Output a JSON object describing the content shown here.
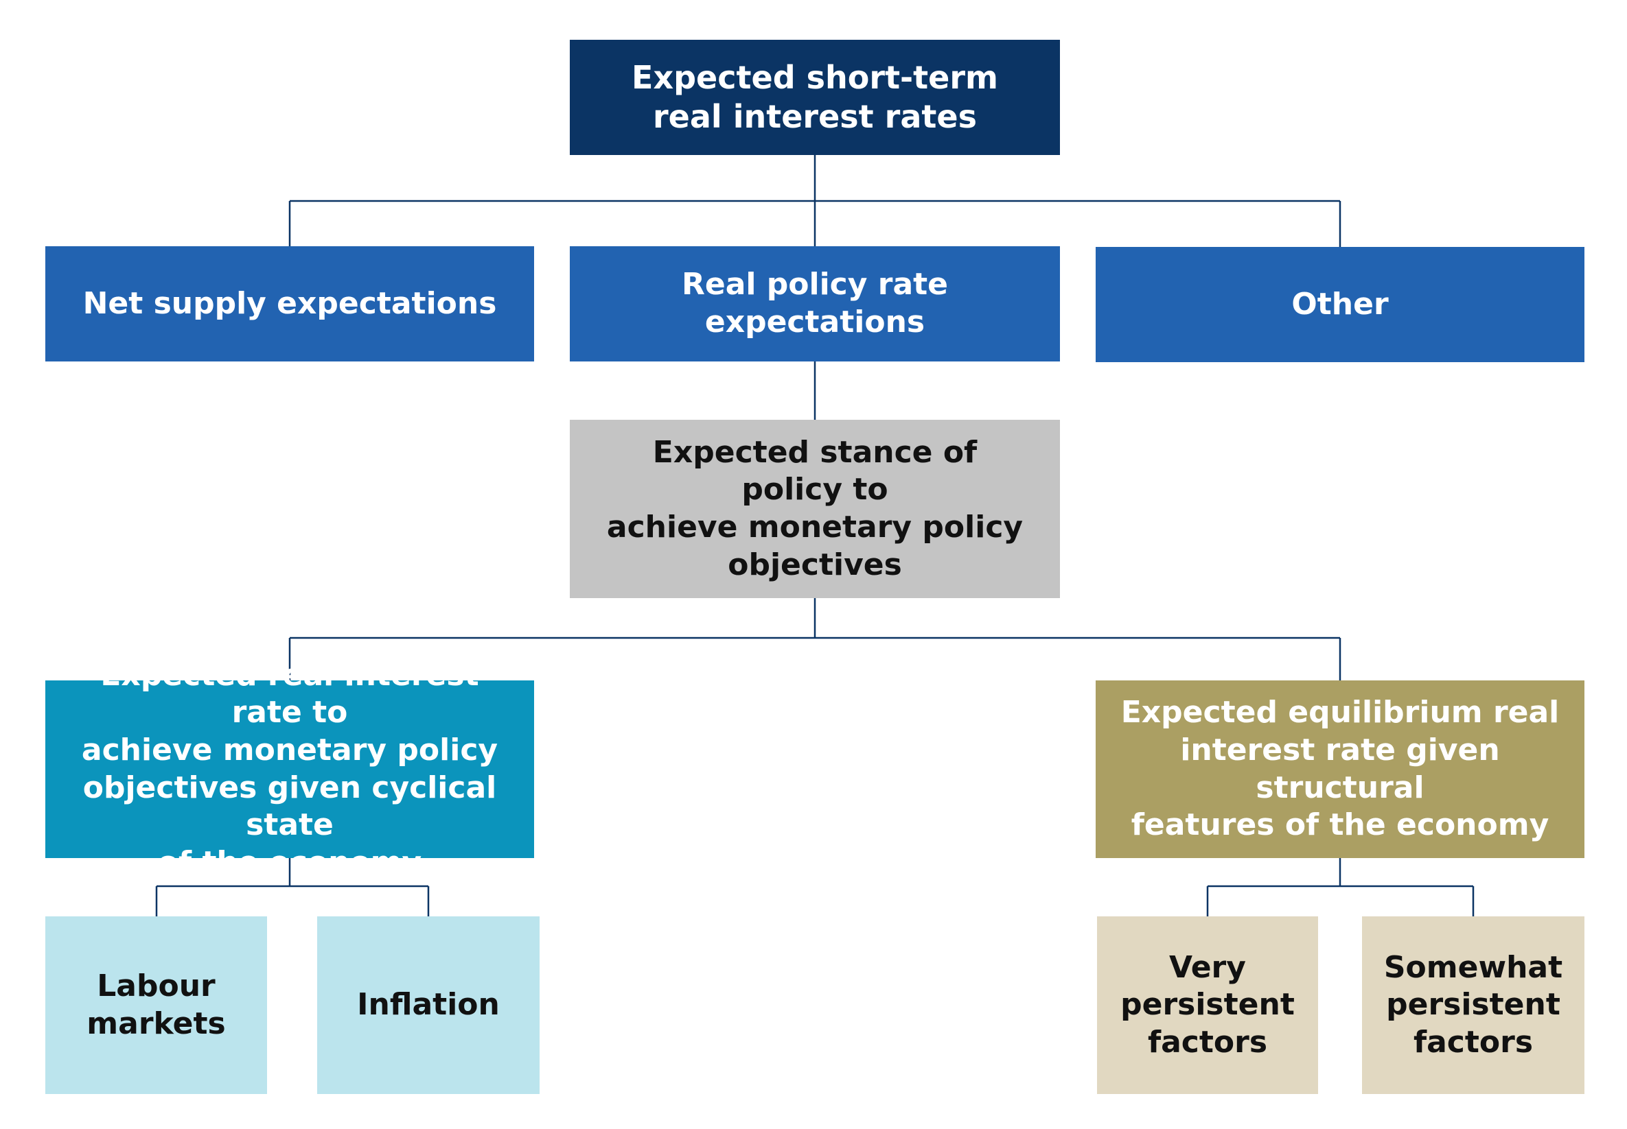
{
  "diagram": {
    "top": {
      "lines": [
        "Expected short-term",
        "real interest rates"
      ]
    },
    "level1": {
      "net_supply": "Net supply expectations",
      "real_policy": "Real policy rate expectations",
      "other": "Other"
    },
    "stance": {
      "lines": [
        "Expected stance of policy to",
        "achieve monetary policy",
        "objectives"
      ]
    },
    "cyclical": {
      "lines": [
        "Expected real interest rate to",
        "achieve monetary policy",
        "objectives given cyclical state",
        "of the economy"
      ]
    },
    "equilibrium": {
      "lines": [
        "Expected equilibrium real",
        "interest rate given structural",
        "features of the economy"
      ]
    },
    "labour": {
      "lines": [
        "Labour",
        "markets"
      ]
    },
    "inflation": "Inflation",
    "very_persistent": {
      "lines": [
        "Very",
        "persistent",
        "factors"
      ]
    },
    "somewhat_persistent": {
      "lines": [
        "Somewhat",
        "persistent",
        "factors"
      ]
    },
    "colors": {
      "dark_navy": "#0b3464",
      "mid_blue": "#2263b1",
      "grey": "#c4c4c4",
      "teal": "#0b94bc",
      "olive": "#ab9f63",
      "light_blue": "#bbe4ed",
      "beige": "#e1d8c1",
      "connector": "#0b3464"
    }
  }
}
